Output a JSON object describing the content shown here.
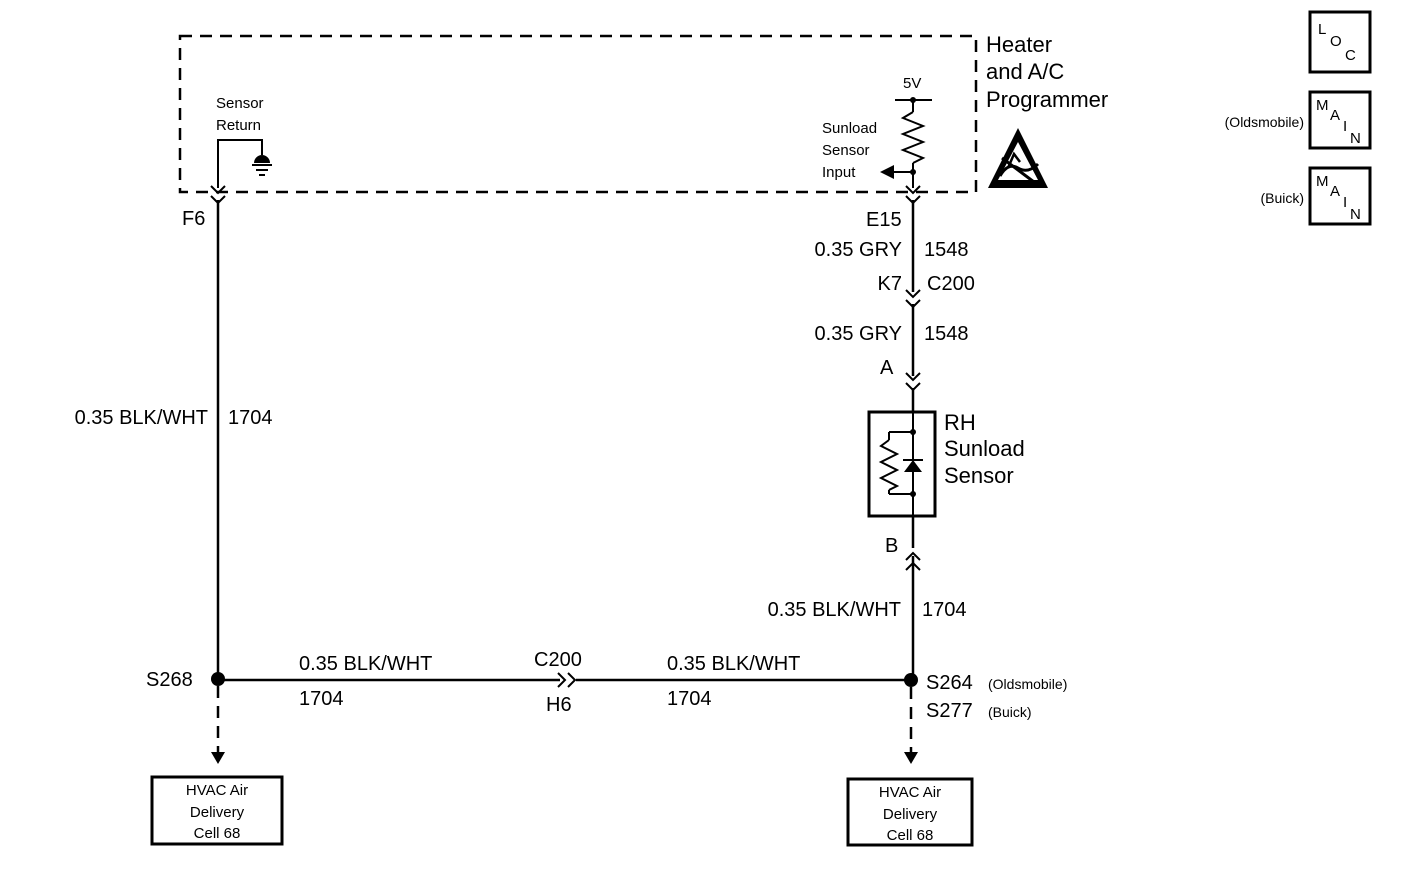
{
  "module": {
    "title_lines": [
      "Heater",
      "and A/C",
      "Programmer"
    ],
    "sensor_return_lines": [
      "Sensor",
      "Return"
    ],
    "voltage": "5V",
    "sunload_input_lines": [
      "Sunload",
      "Sensor",
      "Input"
    ],
    "esd_icon": "esd-sensitive-icon"
  },
  "legend": {
    "loc": {
      "letters": [
        "L",
        "O",
        "C"
      ]
    },
    "main_olds": {
      "label": "(Oldsmobile)",
      "letters": [
        "M",
        "A",
        "I",
        "N"
      ]
    },
    "main_buick": {
      "label": "(Buick)",
      "letters": [
        "M",
        "A",
        "I",
        "N"
      ]
    }
  },
  "pins": {
    "f6": "F6",
    "e15": "E15",
    "k7": "K7",
    "c200_right": "C200",
    "a": "A",
    "b": "B",
    "c200_bottom": "C200",
    "h6": "H6"
  },
  "wires": {
    "left_vertical": {
      "color": "0.35 BLK/WHT",
      "circuit": "1704"
    },
    "e15_k7": {
      "color": "0.35 GRY",
      "circuit": "1548"
    },
    "k7_a": {
      "color": "0.35 GRY",
      "circuit": "1548"
    },
    "b_splice": {
      "color": "0.35 BLK/WHT",
      "circuit": "1704"
    },
    "bottom_left": {
      "color": "0.35 BLK/WHT",
      "circuit": "1704"
    },
    "bottom_right": {
      "color": "0.35 BLK/WHT",
      "circuit": "1704"
    }
  },
  "splices": {
    "s268": "S268",
    "s264": "S264",
    "s264_note": "(Oldsmobile)",
    "s277": "S277",
    "s277_note": "(Buick)"
  },
  "component": {
    "lines": [
      "RH",
      "Sunload",
      "Sensor"
    ]
  },
  "refs": {
    "left": [
      "HVAC Air",
      "Delivery",
      "Cell 68"
    ],
    "right": [
      "HVAC Air",
      "Delivery",
      "Cell 68"
    ]
  }
}
